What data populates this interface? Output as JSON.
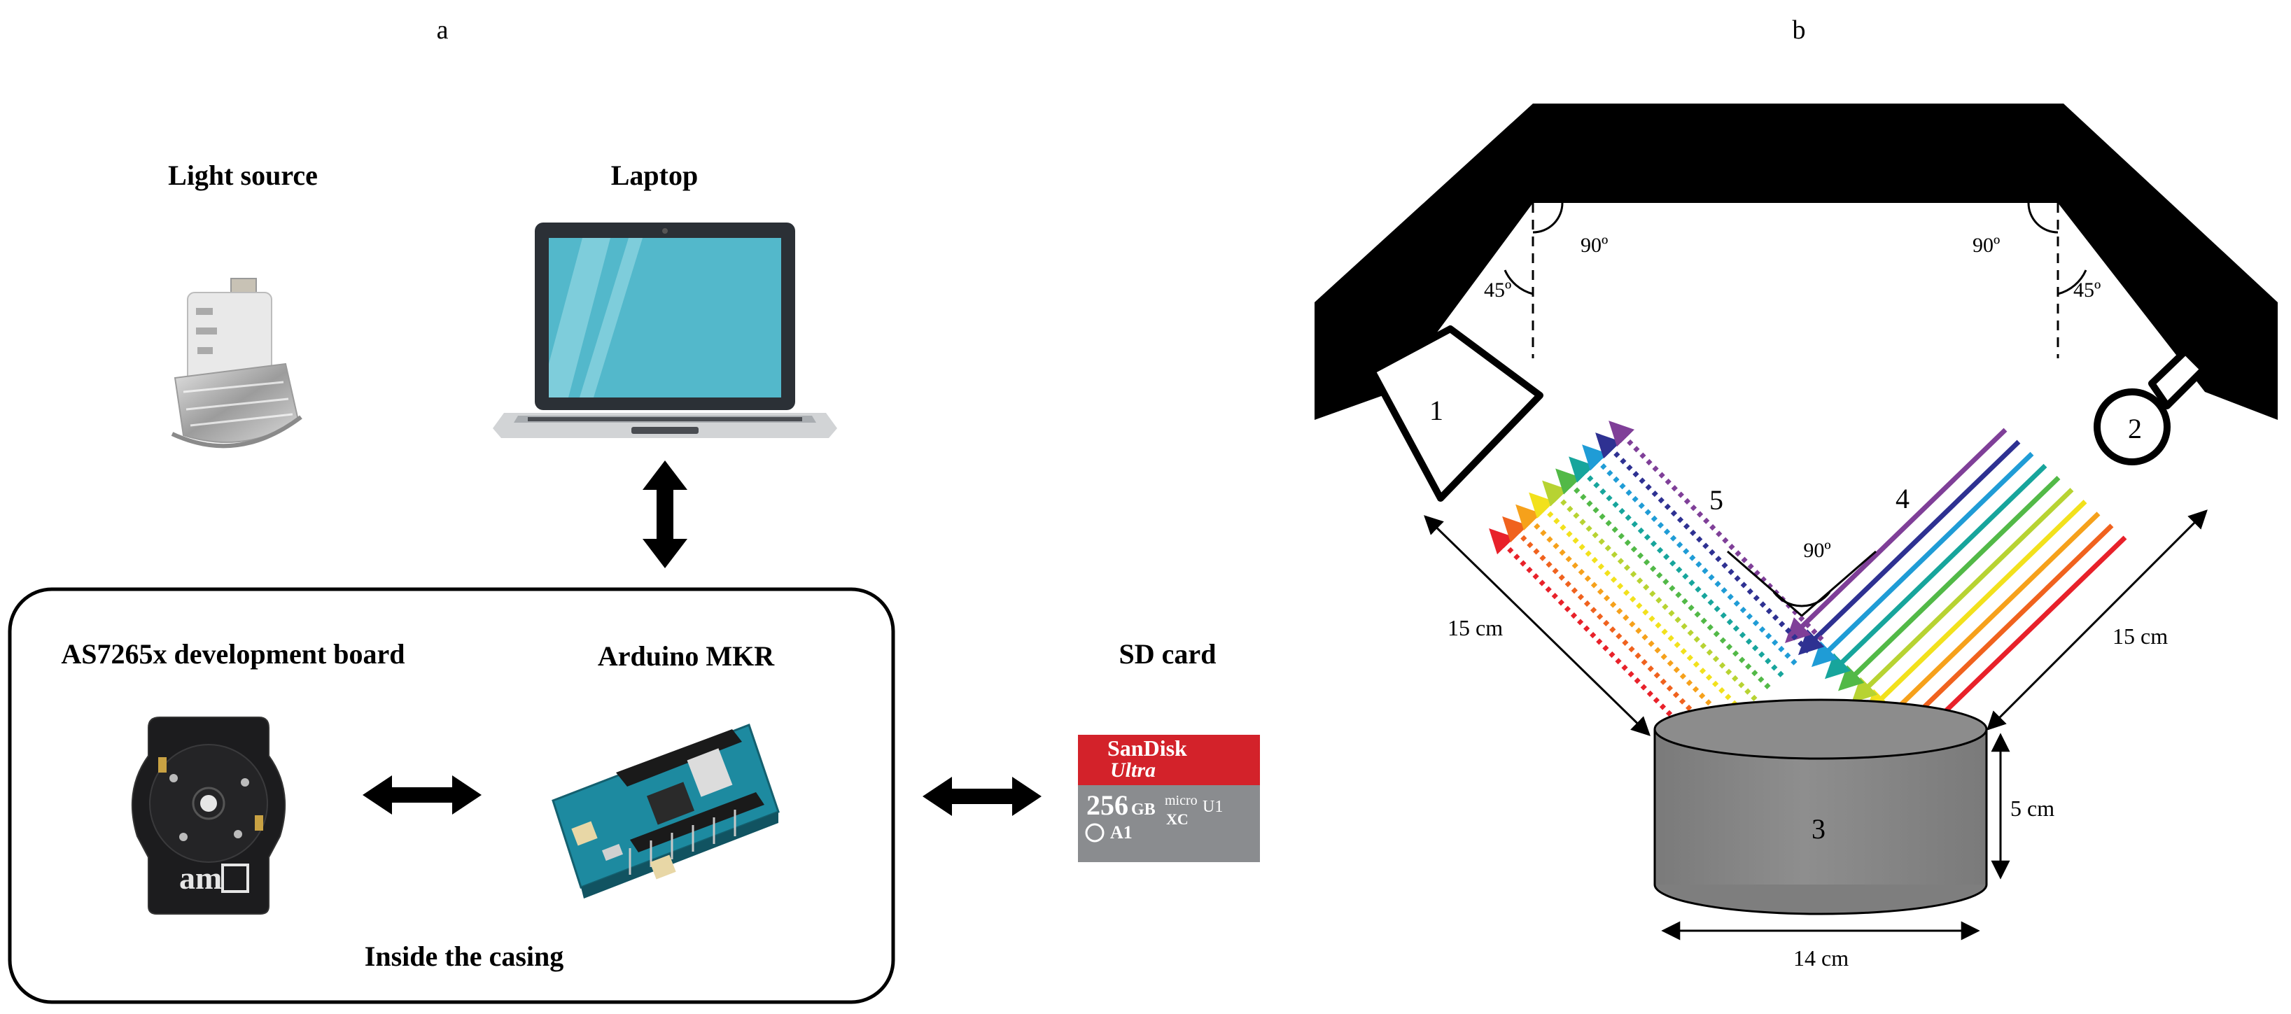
{
  "panel_a": {
    "letter": "a",
    "light_source_label": "Light source",
    "laptop_label": "Laptop",
    "board_label": "AS7265x development board",
    "arduino_label": "Arduino MKR",
    "sd_label": "SD card",
    "casing_label": "Inside the casing",
    "sd_brand": "SanDisk",
    "sd_line": "Ultra",
    "sd_capacity": "256",
    "sd_unit": "GB",
    "sd_micro": "micro",
    "sd_xc": "XC",
    "sd_uhs": "U1",
    "sd_a1": "A1",
    "board_logo": "am"
  },
  "panel_b": {
    "letter": "b",
    "angle_90_left": "90º",
    "angle_45_left": "45º",
    "angle_90_right": "90º",
    "angle_45_right": "45º",
    "angle_90_center": "90º",
    "label_1": "1",
    "label_2": "2",
    "label_3": "3",
    "label_4": "4",
    "label_5": "5",
    "dist_left": "15 cm",
    "dist_right": "15 cm",
    "height": "5 cm",
    "width": "14 cm"
  },
  "colors": {
    "spectrum": [
      "#e8212a",
      "#f0621e",
      "#f6a11b",
      "#f2e11c",
      "#b7d332",
      "#52b947",
      "#17a59c",
      "#1f9cd6",
      "#2e3192",
      "#7f3f98"
    ],
    "sample": "#898989",
    "sd_red": "#d3222a",
    "sd_gray": "#8a8c8f",
    "laptop_screen": "#53b8cb",
    "arduino_teal": "#1d8aa0"
  }
}
